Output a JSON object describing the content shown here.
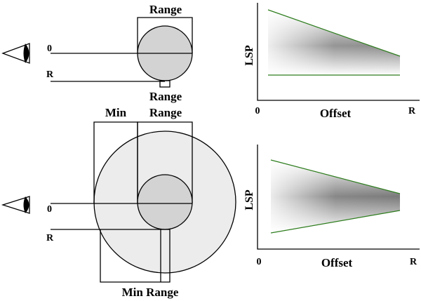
{
  "top_diagram": {
    "range_label_top": "Range",
    "range_label_bottom": "Range",
    "zero_label": "0",
    "r_label": "R"
  },
  "bottom_diagram": {
    "min_label": "Min",
    "range_label": "Range",
    "zero_label": "0",
    "r_label": "R",
    "min_range_label": "Min Range"
  },
  "top_chart": {
    "y_label": "LSP",
    "x_label": "Offset",
    "x_start": "0",
    "x_end": "R"
  },
  "bottom_chart": {
    "y_label": "LSP",
    "x_label": "Offset",
    "x_start": "0",
    "x_end": "R"
  },
  "colors": {
    "line": "#000000",
    "edge_green": "#2e7d1e",
    "small_circle": "#d3d3d3",
    "large_circle": "#ececec"
  }
}
